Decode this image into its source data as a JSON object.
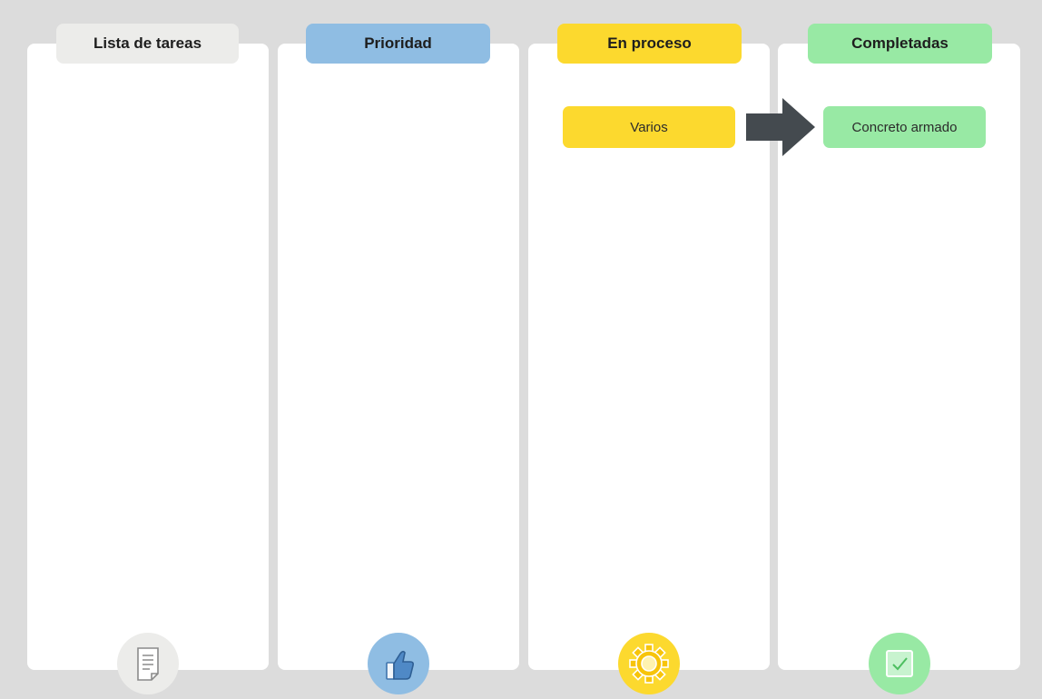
{
  "colors": {
    "background": "#dcdcdc",
    "column": "#ffffff",
    "todo": "#ececea",
    "priority": "#8fbde3",
    "in_progress": "#fcd92e",
    "done": "#98e9a4",
    "arrow": "#444a4f"
  },
  "columns": [
    {
      "title": "Lista de tareas",
      "icon": "document-icon"
    },
    {
      "title": "Prioridad",
      "icon": "thumbs-up-icon"
    },
    {
      "title": "En proceso",
      "icon": "gear-icon"
    },
    {
      "title": "Completadas",
      "icon": "checkbox-icon"
    }
  ],
  "cards": {
    "in_progress": [
      {
        "label": "Varios"
      }
    ],
    "done": [
      {
        "label": "Concreto armado"
      }
    ]
  },
  "connector": {
    "icon": "right-arrow-icon",
    "from": "Varios",
    "to": "Concreto armado"
  }
}
